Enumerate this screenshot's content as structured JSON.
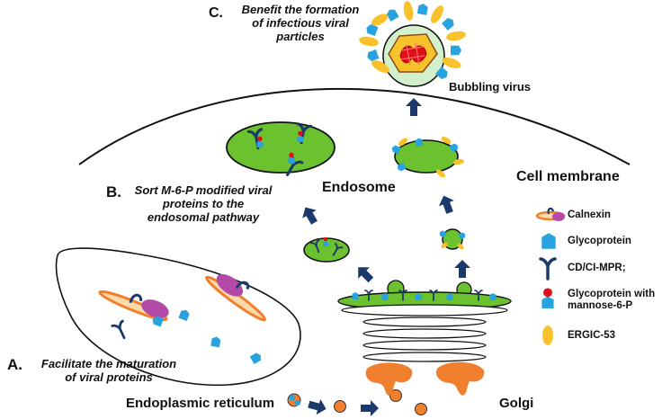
{
  "annotations": {
    "c_letter": "C.",
    "c_text": [
      "Benefit the formation",
      "of infectious viral",
      "particles"
    ],
    "b_letter": "B.",
    "b_text": [
      "Sort M-6-P modified viral",
      "proteins to the",
      "endosomal pathway"
    ],
    "a_letter": "A.",
    "a_text": [
      "Facilitate the maturation",
      "of viral proteins"
    ]
  },
  "labels": {
    "bubbling_virus": "Bubbling virus",
    "cell_membrane": "Cell membrane",
    "endosome": "Endosome",
    "er": "Endoplasmic reticulum",
    "golgi": "Golgi"
  },
  "legend": [
    {
      "icon": "calnexin-icon",
      "lines": [
        "Calnexin"
      ]
    },
    {
      "icon": "glycoprotein-icon",
      "lines": [
        "Glycoprotein"
      ]
    },
    {
      "icon": "receptor-icon",
      "lines": [
        "CD/CI-MPR;"
      ]
    },
    {
      "icon": "mannose-glycoprotein-icon",
      "lines": [
        "Glycoprotein with",
        "mannose-6-P"
      ]
    },
    {
      "icon": "ergic53-icon",
      "lines": [
        "ERGIC-53"
      ]
    }
  ],
  "colors": {
    "green": "#6cc12e",
    "blue": "#29a3e0",
    "navy": "#1b3a6b",
    "orange": "#f07f2e",
    "yellow": "#f8c22c",
    "magenta": "#b34aa8",
    "red": "#e0101a",
    "outline": "#111111"
  }
}
